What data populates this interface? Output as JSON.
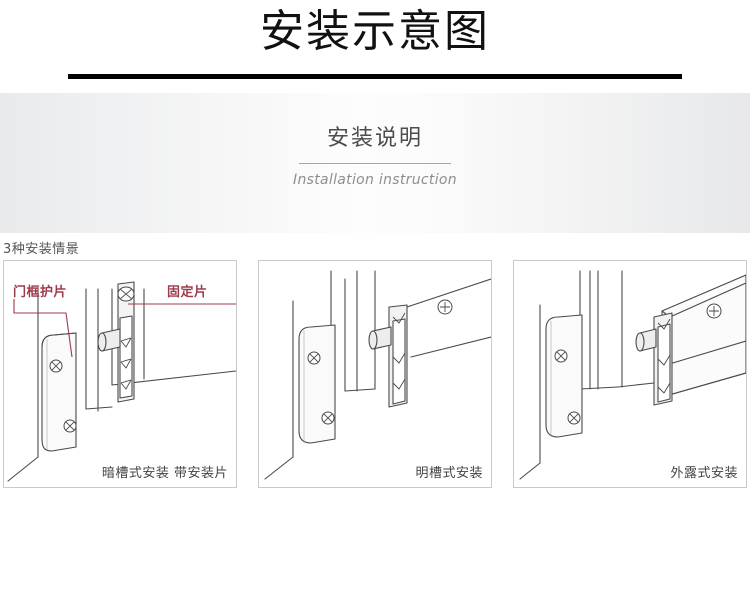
{
  "header": {
    "title": "安装示意图"
  },
  "instruction": {
    "title": "安装说明",
    "subtitle": "Installation instruction"
  },
  "scenarios": {
    "heading": "3种安装情景",
    "panels": [
      {
        "caption": "暗槽式安装 带安装片",
        "labels": {
          "left": "门框护片",
          "right": "固定片"
        }
      },
      {
        "caption": "明槽式安装"
      },
      {
        "caption": "外露式安装"
      }
    ]
  },
  "colors": {
    "callout": "#9e3b4c",
    "rule": "#000000",
    "panel_border": "#c9cacc",
    "line": "#4a4a4c"
  }
}
